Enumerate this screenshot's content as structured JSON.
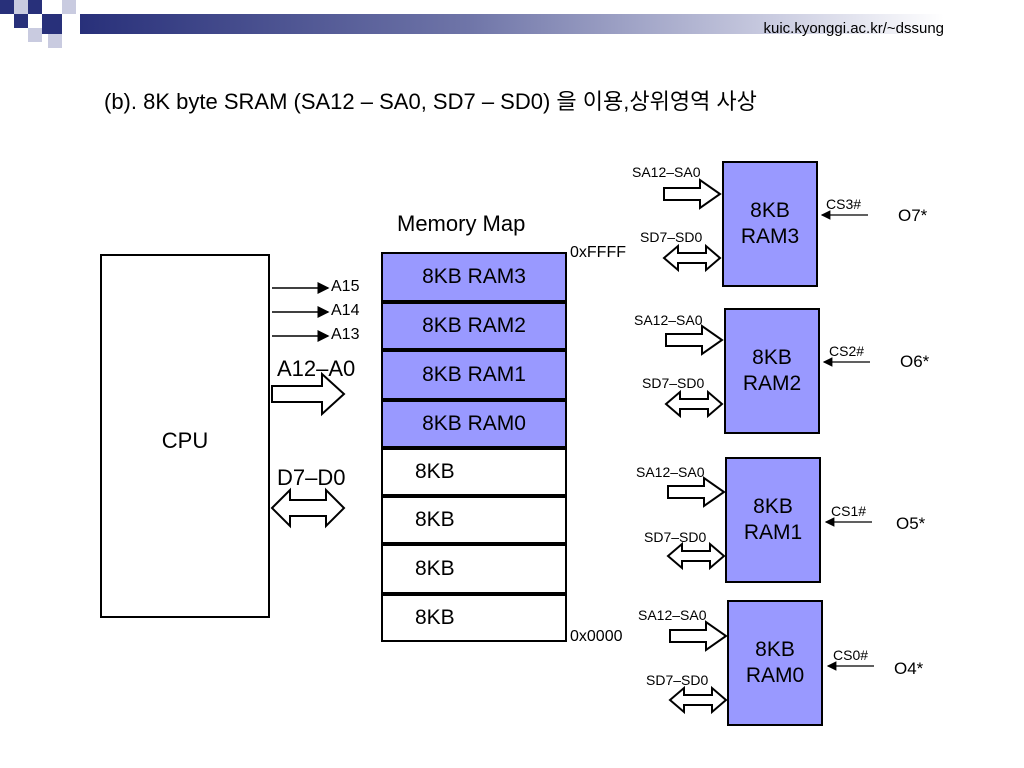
{
  "header": {
    "url": "kuic.kyonggi.ac.kr/~dssung",
    "title": "(b). 8K byte SRAM (SA12 – SA0, SD7 – SD0) 을 이용,상위영역 사상",
    "accent": "#28307a"
  },
  "cpu": {
    "label": "CPU",
    "address_lines": [
      "A15",
      "A14",
      "A13"
    ],
    "address_bus": "A12–A0",
    "data_bus": "D7–D0"
  },
  "memory_map": {
    "title": "Memory Map",
    "top_address": "0xFFFF",
    "bottom_address": "0x0000",
    "cells": [
      {
        "label": "8KB RAM3",
        "filled": true
      },
      {
        "label": "8KB RAM2",
        "filled": true
      },
      {
        "label": "8KB RAM1",
        "filled": true
      },
      {
        "label": "8KB RAM0",
        "filled": true
      },
      {
        "label": "8KB",
        "filled": false
      },
      {
        "label": "8KB",
        "filled": false
      },
      {
        "label": "8KB",
        "filled": false
      },
      {
        "label": "8KB",
        "filled": false
      }
    ],
    "fill_color": "#9999ff"
  },
  "chips": [
    {
      "line1": "8KB",
      "line2": "RAM3",
      "addr": "SA12–SA0",
      "data": "SD7–SD0",
      "cs": "CS3#",
      "out": "O7*"
    },
    {
      "line1": "8KB",
      "line2": "RAM2",
      "addr": "SA12–SA0",
      "data": "SD7–SD0",
      "cs": "CS2#",
      "out": "O6*"
    },
    {
      "line1": "8KB",
      "line2": "RAM1",
      "addr": "SA12–SA0",
      "data": "SD7–SD0",
      "cs": "CS1#",
      "out": "O5*"
    },
    {
      "line1": "8KB",
      "line2": "RAM0",
      "addr": "SA12–SA0",
      "data": "SD7–SD0",
      "cs": "CS0#",
      "out": "O4*"
    }
  ]
}
